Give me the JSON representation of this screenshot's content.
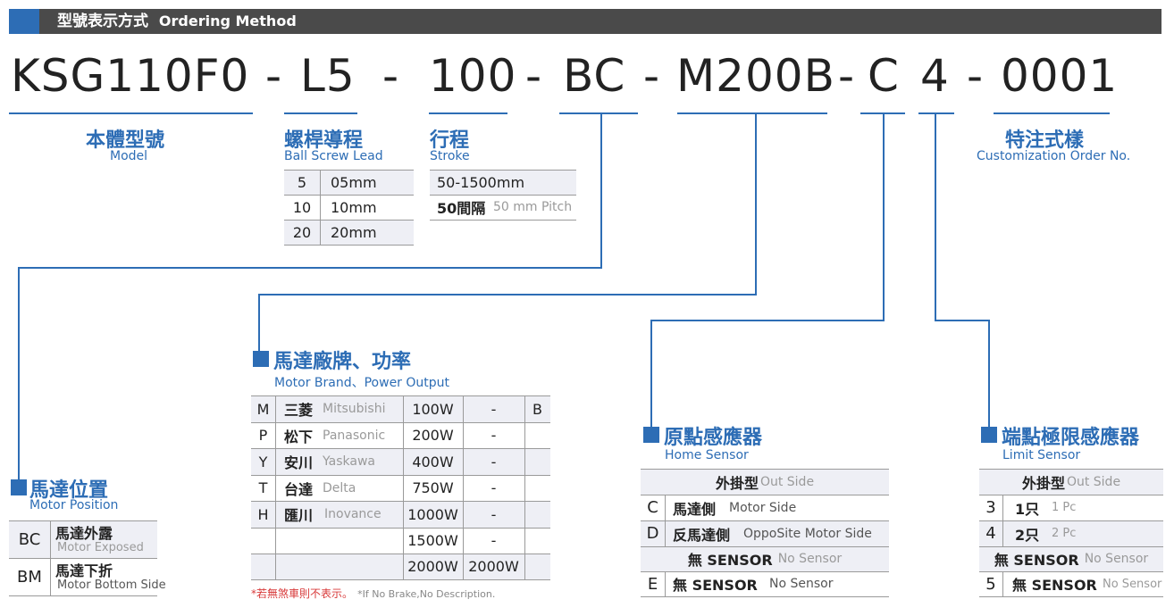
{
  "header": {
    "title_zh": "型號表示方式",
    "title_en": "Ordering Method"
  },
  "code": {
    "model": "KSG110F0",
    "d1": "-",
    "lead": "L5",
    "d2": "-",
    "stroke": "100",
    "d3": "-",
    "position": "BC",
    "d4": "-",
    "motor": "M200B",
    "d5": "-",
    "home": "C",
    "limit": "4",
    "d6": "-",
    "custom": "0001"
  },
  "captions": {
    "model": {
      "zh": "本體型號",
      "en": "Model"
    },
    "lead": {
      "zh": "螺桿導程",
      "en": "Ball Screw Lead"
    },
    "stroke": {
      "zh": "行程",
      "en": "Stroke"
    },
    "custom": {
      "zh": "特注式樣",
      "en": "Customization Order No."
    }
  },
  "lead_table": [
    {
      "code": "5",
      "value": "05mm"
    },
    {
      "code": "10",
      "value": "10mm"
    },
    {
      "code": "20",
      "value": "20mm"
    }
  ],
  "stroke_table": {
    "range": "50-1500mm",
    "pitch_zh": "50間隔",
    "pitch_en": "50 mm Pitch"
  },
  "motor_position": {
    "zh": "馬達位置",
    "en": "Motor Position",
    "rows": [
      {
        "code": "BC",
        "zh": "馬達外露",
        "en": "Motor Exposed"
      },
      {
        "code": "BM",
        "zh": "馬達下折",
        "en": "Motor Bottom Side"
      }
    ]
  },
  "motor_brand": {
    "zh": "馬達廠牌、功率",
    "en": "Motor Brand、Power Output",
    "brands": [
      {
        "code": "M",
        "zh": "三菱",
        "en": "Mitsubishi"
      },
      {
        "code": "P",
        "zh": "松下",
        "en": "Panasonic"
      },
      {
        "code": "Y",
        "zh": "安川",
        "en": "Yaskawa"
      },
      {
        "code": "T",
        "zh": "台達",
        "en": "Delta"
      },
      {
        "code": "H",
        "zh": "匯川",
        "en": "Inovance"
      }
    ],
    "powers": [
      {
        "p": "100W",
        "b": "-"
      },
      {
        "p": "200W",
        "b": "-"
      },
      {
        "p": "400W",
        "b": "-"
      },
      {
        "p": "750W",
        "b": "-"
      },
      {
        "p": "1000W",
        "b": "-"
      },
      {
        "p": "1500W",
        "b": "-"
      },
      {
        "p": "2000W",
        "b": "2000W"
      }
    ],
    "brake_code": "B",
    "note_zh": "*若無煞車則不表示。",
    "note_en": "*If No Brake,No Description."
  },
  "home_sensor": {
    "zh": "原點感應器",
    "en": "Home Sensor",
    "head_zh": "外掛型",
    "head_en": "Out Side",
    "rows": [
      {
        "code": "C",
        "zh": "馬達側",
        "en": "Motor Side"
      },
      {
        "code": "D",
        "zh": "反馬達側",
        "en": "OppoSite Motor Side"
      }
    ],
    "none_zh": "無 SENSOR",
    "none_en": "No Sensor",
    "e_code": "E",
    "e_zh": "無 SENSOR",
    "e_en": "No Sensor"
  },
  "limit_sensor": {
    "zh": "端點極限感應器",
    "en": "Limit Sensor",
    "head_zh": "外掛型",
    "head_en": "Out Side",
    "rows": [
      {
        "code": "3",
        "zh": "1只",
        "en": "1 Pc"
      },
      {
        "code": "4",
        "zh": "2只",
        "en": "2 Pc"
      }
    ],
    "none_zh": "無 SENSOR",
    "none_en": "No Sensor",
    "five_code": "5",
    "five_zh": "無 SENSOR",
    "five_en": "No Sensor"
  }
}
